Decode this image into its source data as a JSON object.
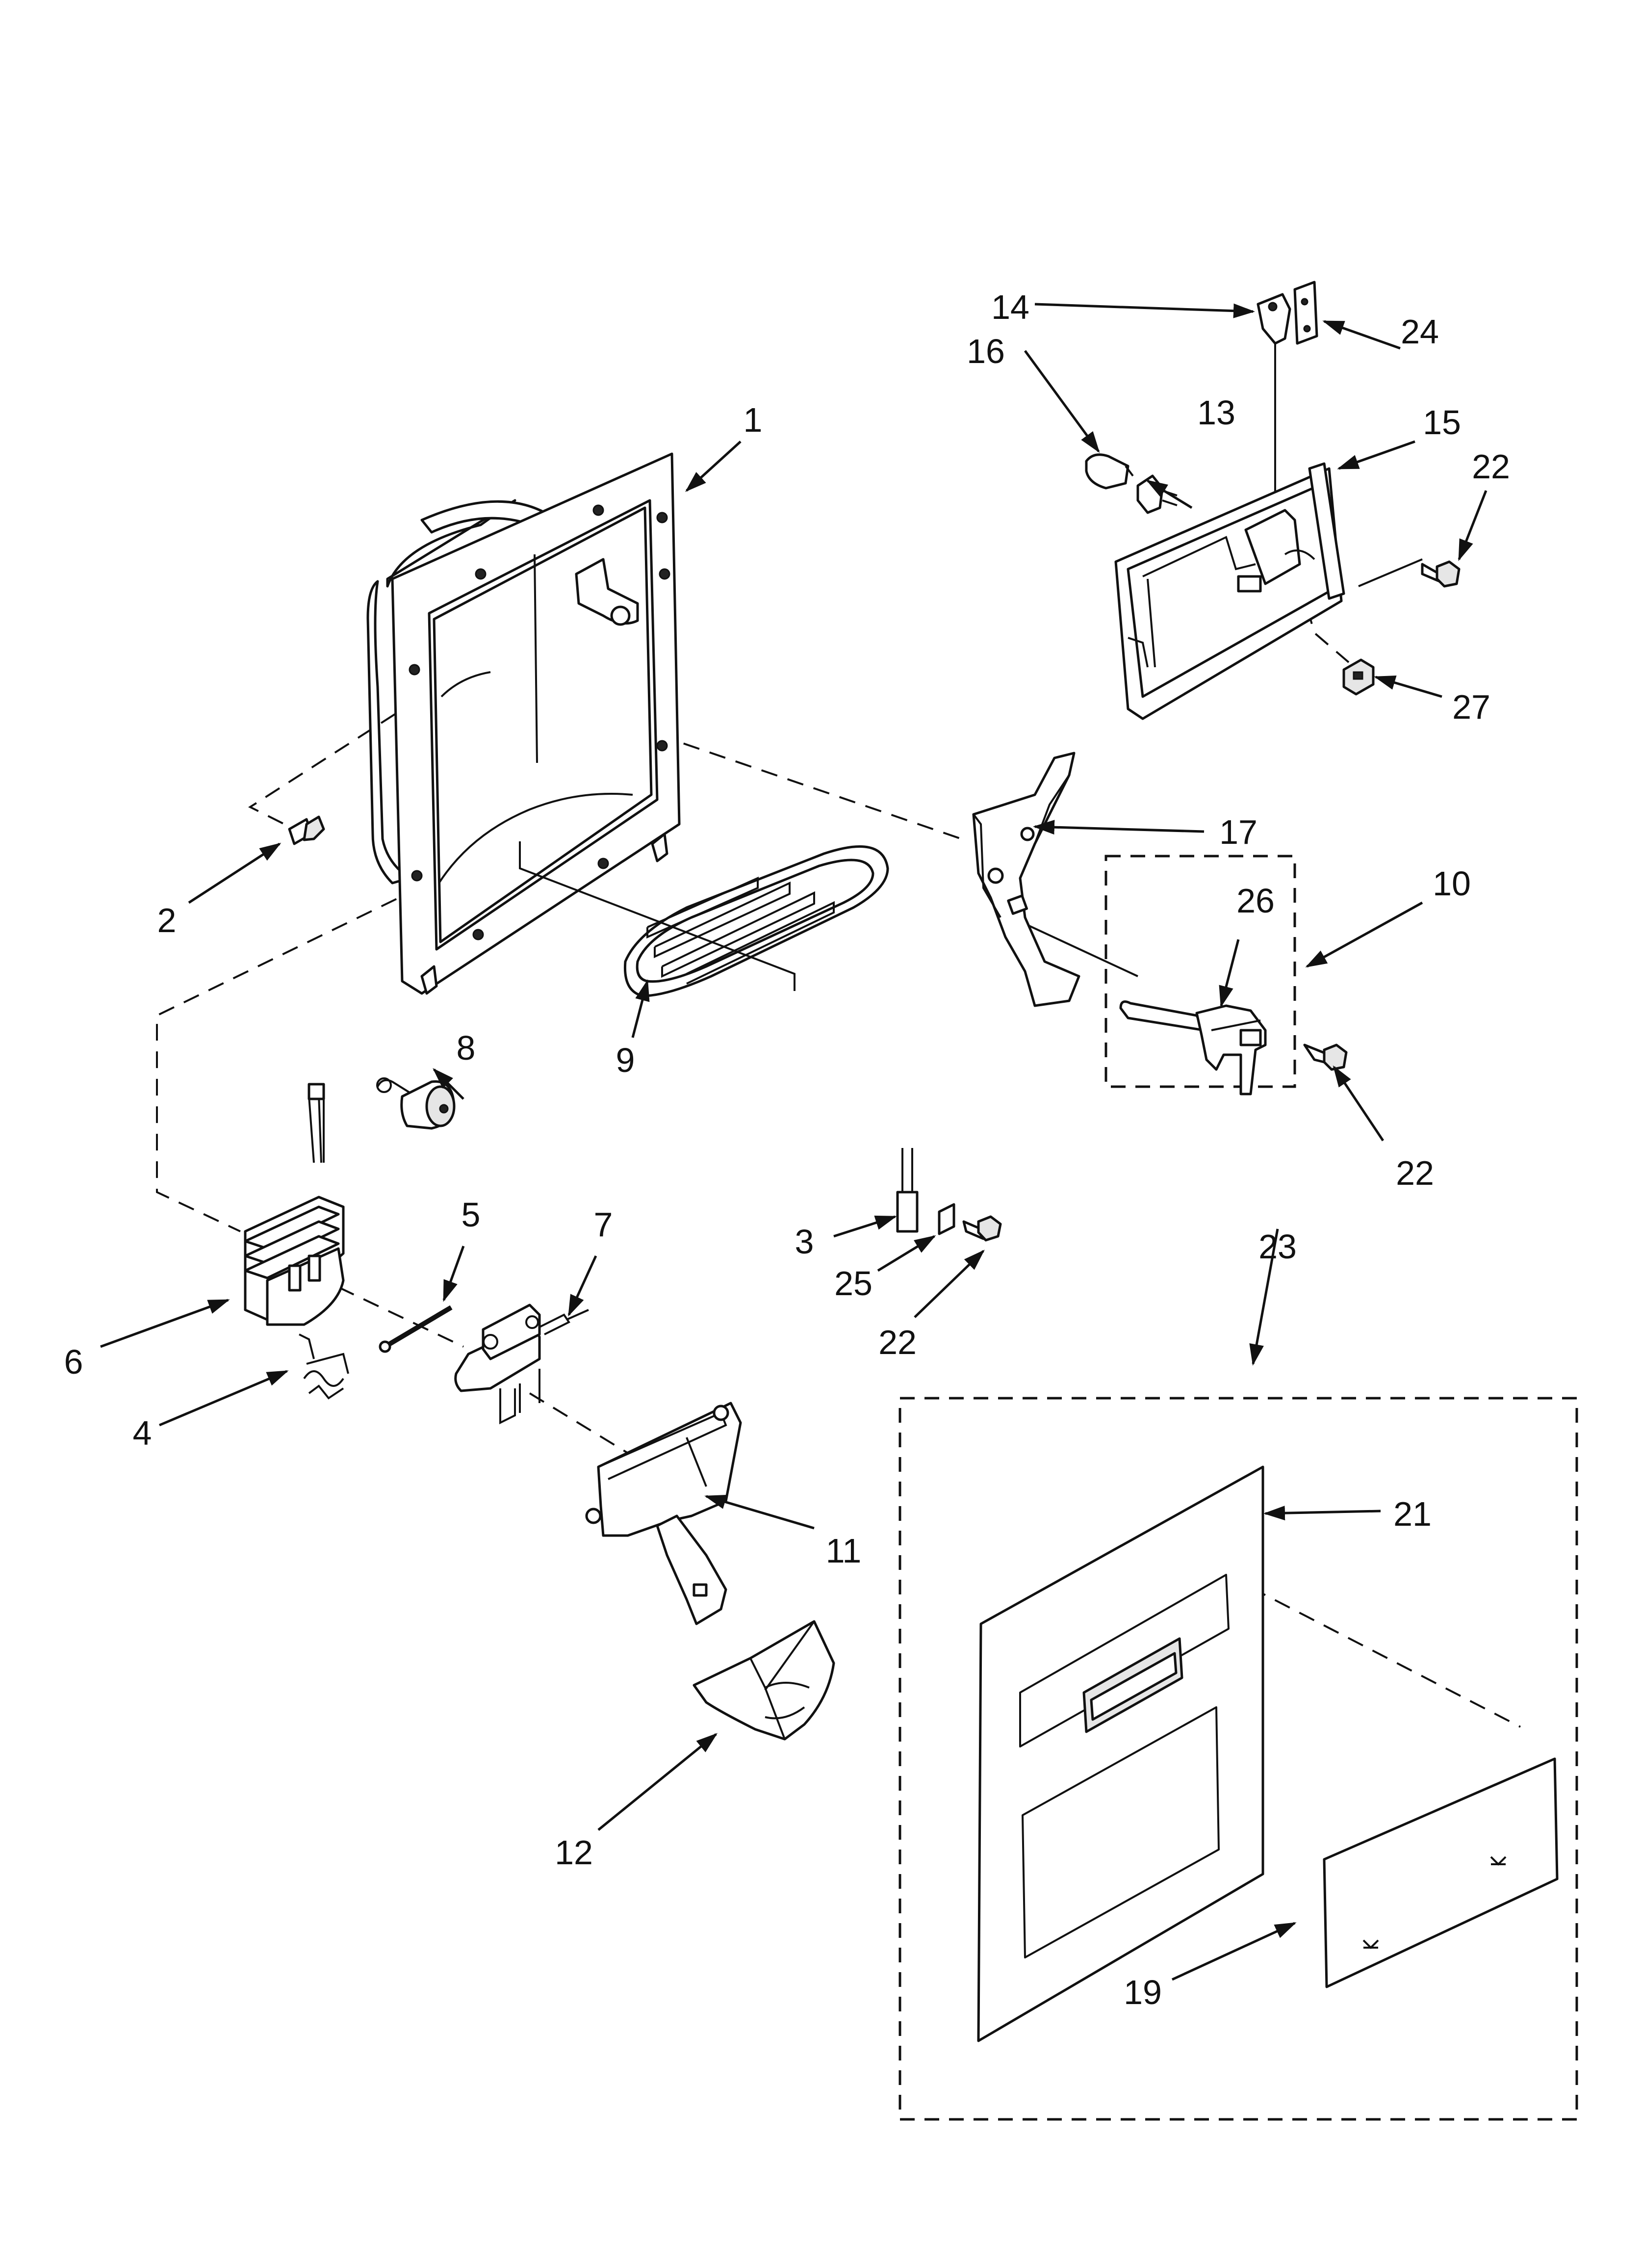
{
  "callouts": [
    {
      "id": "1",
      "text": "1"
    },
    {
      "id": "2",
      "text": "2"
    },
    {
      "id": "3",
      "text": "3"
    },
    {
      "id": "4",
      "text": "4"
    },
    {
      "id": "5",
      "text": "5"
    },
    {
      "id": "6",
      "text": "6"
    },
    {
      "id": "7",
      "text": "7"
    },
    {
      "id": "8",
      "text": "8"
    },
    {
      "id": "9",
      "text": "9"
    },
    {
      "id": "10",
      "text": "10"
    },
    {
      "id": "11",
      "text": "11"
    },
    {
      "id": "12",
      "text": "12"
    },
    {
      "id": "13",
      "text": "13"
    },
    {
      "id": "14",
      "text": "14"
    },
    {
      "id": "15",
      "text": "15"
    },
    {
      "id": "16",
      "text": "16"
    },
    {
      "id": "17",
      "text": "17"
    },
    {
      "id": "19",
      "text": "19"
    },
    {
      "id": "21",
      "text": "21"
    },
    {
      "id": "22",
      "text": "22"
    },
    {
      "id": "23",
      "text": "23"
    },
    {
      "id": "24",
      "text": "24"
    },
    {
      "id": "25",
      "text": "25"
    },
    {
      "id": "26",
      "text": "26"
    },
    {
      "id": "27",
      "text": "27"
    }
  ]
}
